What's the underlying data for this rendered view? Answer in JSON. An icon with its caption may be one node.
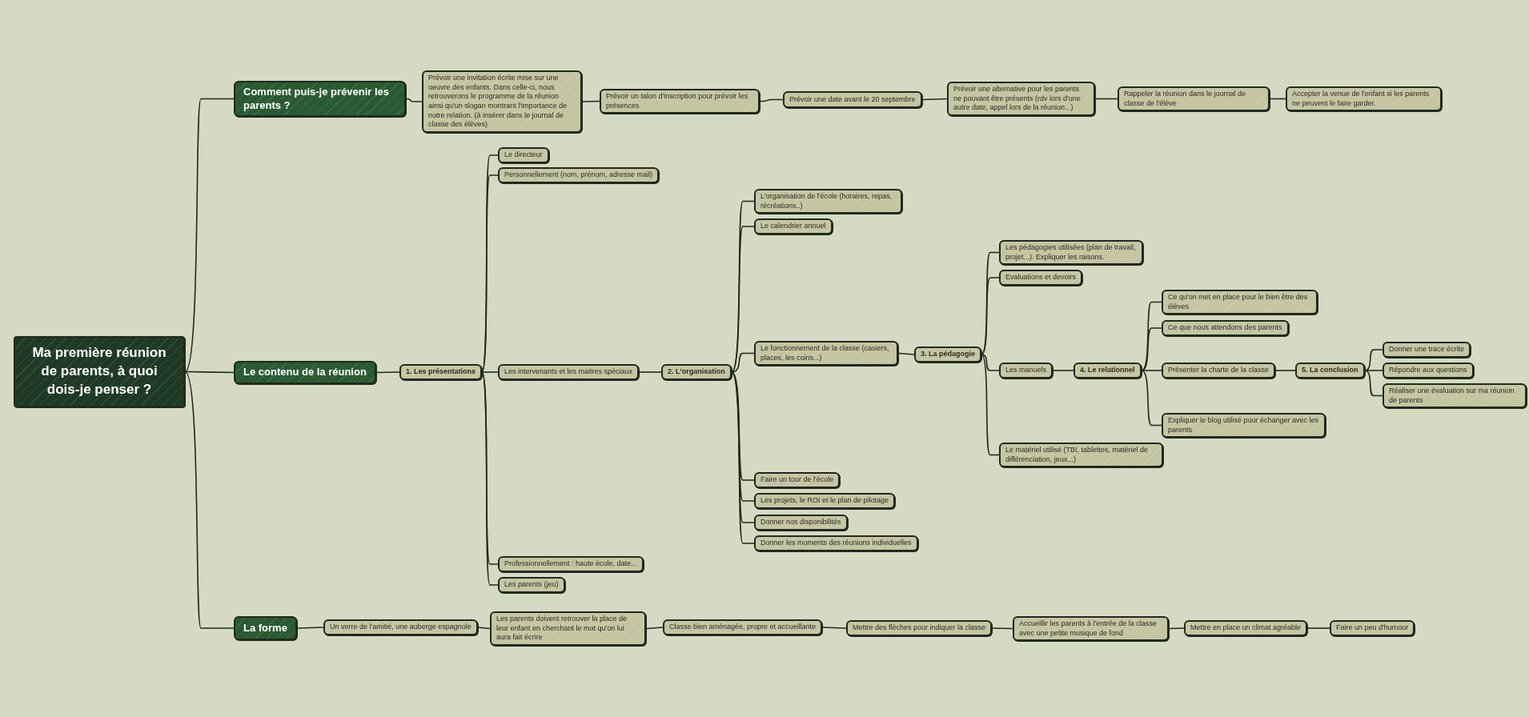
{
  "diagram": {
    "nodes": [
      {
        "text": [
          "Ma première réunion de parents, à quoi dois-je penser ?"
        ]
      },
      {
        "text": [
          "Comment puis-je prévenir les parents ?"
        ]
      },
      {
        "text": [
          "Prévoir une invitation écrite mise sur une oeuvre des enfants. Dans celle-ci, nous retrouverons le programme de la réunion ainsi qu'un slogan montrant l'importance de notre relation. (à insérer dans le journal de classe des élèves)"
        ]
      },
      {
        "text": [
          "Prévoir un talon d'inscription pour prévoir les présences"
        ]
      },
      {
        "text": [
          "Prévoir une date avant le 20 septembre"
        ]
      },
      {
        "text": [
          "Prévoir une alternative pour les parents ne pouvant être présents (rdv lors d'une autre date, appel lors de la réunion...)"
        ]
      },
      {
        "text": [
          "Rappeler la réunion dans le journal de classe de l'élève"
        ]
      },
      {
        "text": [
          "Accepter la venue de l'enfant si les parents ne peuvent le faire garder."
        ]
      },
      {
        "text": [
          "Le contenu de la réunion"
        ]
      },
      {
        "text": [
          "1. Les présentations"
        ]
      },
      {
        "text": [
          "Le directeur"
        ]
      },
      {
        "text": [
          "Personnellement (nom, prénom, adresse mail)"
        ]
      },
      {
        "text": [
          "Les intervenants et les maitres spéciaux"
        ]
      },
      {
        "text": [
          "2. L'organisation"
        ]
      },
      {
        "text": [
          "L'organisation de l'école (horaires, repas, récréations..)"
        ]
      },
      {
        "text": [
          "Le calendrier annuel"
        ]
      },
      {
        "text": [
          "Le fonctionnement de la classe (casiers, places, les coins...)"
        ]
      },
      {
        "text": [
          "3. La pédagogie"
        ]
      },
      {
        "text": [
          "Les pédagogies utilisées (plan de travail, projet...). Expliquer les raisons."
        ]
      },
      {
        "text": [
          "Evaluations et devoirs"
        ]
      },
      {
        "text": [
          "Les manuels"
        ]
      },
      {
        "text": [
          "4. Le relationnel"
        ]
      },
      {
        "text": [
          "Ce qu'on met en place pour le bien être des élèves"
        ]
      },
      {
        "text": [
          "Ce que nous attendons des parents"
        ]
      },
      {
        "text": [
          "Présenter la charte de la classe"
        ]
      },
      {
        "text": [
          "5. La conclusion"
        ]
      },
      {
        "text": [
          "Donner une trace écrite"
        ]
      },
      {
        "text": [
          "Répondre aux questions"
        ]
      },
      {
        "text": [
          "Réaliser une évaluation sur ma réunion de parents"
        ]
      },
      {
        "text": [
          "Expliquer le blog utilisé pour échanger avec les parents"
        ]
      },
      {
        "text": [
          "Le matériel utilisé (TBI, tablettes, matériel de différenciation, jeux...)"
        ]
      },
      {
        "text": [
          "Faire un tour de l'école"
        ]
      },
      {
        "text": [
          "Les projets, le ROI et le plan de pilotage"
        ]
      },
      {
        "text": [
          "Donner nos disponibilités"
        ]
      },
      {
        "text": [
          "Donner les moments des réunions individuelles"
        ]
      },
      {
        "text": [
          "Professionnellement : haute école, date..."
        ]
      },
      {
        "text": [
          "Les parents (jeu)"
        ]
      },
      {
        "text": [
          "La forme"
        ]
      },
      {
        "text": [
          "Un verre de l'amitié, une auberge espagnole"
        ]
      },
      {
        "text": [
          "Les parents doivent retrouver la place de leur enfant en cherchant le mot qu'on lui aura fait écrire"
        ]
      },
      {
        "text": [
          "Classe bien aménagée, propre et accueillante"
        ]
      },
      {
        "text": [
          "Mettre des flèches pour indiquer la classe"
        ]
      },
      {
        "text": [
          "Accueillir les parents à l'entrée de la classe avec une petite musique de fond"
        ]
      },
      {
        "text": [
          "Mettre en place un climat agréable"
        ]
      },
      {
        "text": [
          "Faire un peu d'humour"
        ]
      }
    ],
    "edges": [
      {
        "from": 0,
        "to": 1,
        "arrow": "none"
      },
      {
        "from": 1,
        "to": 2,
        "arrow": "none"
      },
      {
        "from": 2,
        "to": 3,
        "arrow": "none"
      },
      {
        "from": 3,
        "to": 4,
        "arrow": "none"
      },
      {
        "from": 4,
        "to": 5,
        "arrow": "none"
      },
      {
        "from": 5,
        "to": 6,
        "arrow": "none"
      },
      {
        "from": 6,
        "to": 7,
        "arrow": "none"
      },
      {
        "from": 0,
        "to": 8,
        "arrow": "none"
      },
      {
        "from": 8,
        "to": 9,
        "arrow": "none"
      },
      {
        "from": 9,
        "to": 10,
        "arrow": "none"
      },
      {
        "from": 9,
        "to": 11,
        "arrow": "none"
      },
      {
        "from": 9,
        "to": 12,
        "arrow": "none"
      },
      {
        "from": 12,
        "to": 13,
        "arrow": "none"
      },
      {
        "from": 13,
        "to": 14,
        "arrow": "none"
      },
      {
        "from": 13,
        "to": 15,
        "arrow": "none"
      },
      {
        "from": 13,
        "to": 16,
        "arrow": "none"
      },
      {
        "from": 16,
        "to": 17,
        "arrow": "none"
      },
      {
        "from": 17,
        "to": 18,
        "arrow": "none"
      },
      {
        "from": 17,
        "to": 19,
        "arrow": "none"
      },
      {
        "from": 17,
        "to": 20,
        "arrow": "none"
      },
      {
        "from": 20,
        "to": 21,
        "arrow": "none"
      },
      {
        "from": 21,
        "to": 22,
        "arrow": "none"
      },
      {
        "from": 21,
        "to": 23,
        "arrow": "none"
      },
      {
        "from": 21,
        "to": 24,
        "arrow": "none"
      },
      {
        "from": 24,
        "to": 25,
        "arrow": "none"
      },
      {
        "from": 25,
        "to": 26,
        "arrow": "none"
      },
      {
        "from": 25,
        "to": 27,
        "arrow": "none"
      },
      {
        "from": 25,
        "to": 28,
        "arrow": "none"
      },
      {
        "from": 21,
        "to": 29,
        "arrow": "none"
      },
      {
        "from": 17,
        "to": 30,
        "arrow": "none"
      },
      {
        "from": 13,
        "to": 31,
        "arrow": "none"
      },
      {
        "from": 13,
        "to": 32,
        "arrow": "none"
      },
      {
        "from": 13,
        "to": 33,
        "arrow": "none"
      },
      {
        "from": 13,
        "to": 34,
        "arrow": "none"
      },
      {
        "from": 9,
        "to": 35,
        "arrow": "none"
      },
      {
        "from": 9,
        "to": 36,
        "arrow": "none"
      },
      {
        "from": 0,
        "to": 37,
        "arrow": "none"
      },
      {
        "from": 37,
        "to": 38,
        "arrow": "none"
      },
      {
        "from": 38,
        "to": 39,
        "arrow": "none"
      },
      {
        "from": 39,
        "to": 40,
        "arrow": "none"
      },
      {
        "from": 40,
        "to": 41,
        "arrow": "none"
      },
      {
        "from": 41,
        "to": 42,
        "arrow": "none"
      },
      {
        "from": 42,
        "to": 43,
        "arrow": "none"
      },
      {
        "from": 43,
        "to": 44,
        "arrow": "none"
      }
    ]
  }
}
